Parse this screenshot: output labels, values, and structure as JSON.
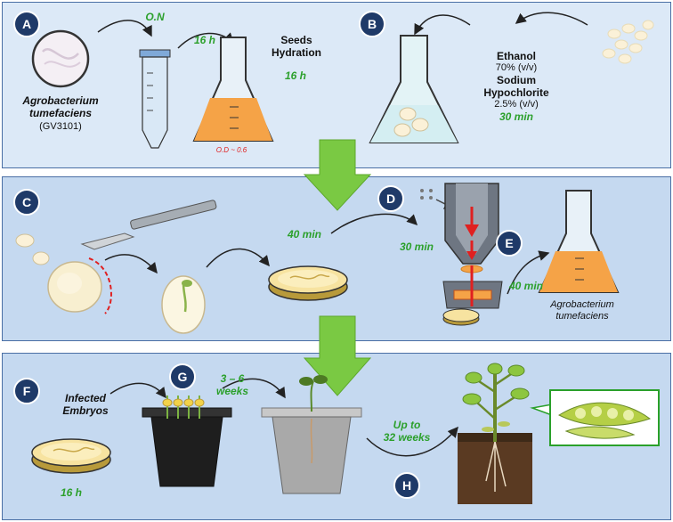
{
  "colors": {
    "time_green": "#2ca02c",
    "badge": "#1f3a68",
    "arrow_green": "#7ac943",
    "liquid": "#f5a347",
    "od_red": "#e02020"
  },
  "badges": [
    "A",
    "B",
    "C",
    "D",
    "E",
    "F",
    "G",
    "H"
  ],
  "panel_a": {
    "organism_line1": "Agrobacterium",
    "organism_line2": "tumefaciens",
    "strain": "(GV3101)",
    "time_on": "O.N",
    "time_16h": "16 h",
    "od": "O.D ~ 0.6",
    "seeds_line1": "Seeds",
    "seeds_line2": "Hydration",
    "seeds_time": "16 h"
  },
  "panel_b": {
    "ethanol": "Ethanol",
    "ethanol_conc": "70% (v/v)",
    "sodium": "Sodium",
    "hypochlorite": "Hypochlorite",
    "hypo_conc": "2.5% (v/v)",
    "time": "30 min"
  },
  "panel_c": {
    "time_40": "40 min"
  },
  "panel_d": {
    "time_30": "30 min"
  },
  "panel_e": {
    "time_40": "40 min",
    "organism_line1": "Agrobacterium",
    "organism_line2": "tumefaciens"
  },
  "panel_f": {
    "label_line1": "Infected",
    "label_line2": "Embryos",
    "time": "16 h"
  },
  "panel_g": {
    "time_line1": "3 – 6",
    "time_line2": "weeks"
  },
  "panel_h": {
    "time_line1": "Up to",
    "time_line2": "32 weeks"
  }
}
